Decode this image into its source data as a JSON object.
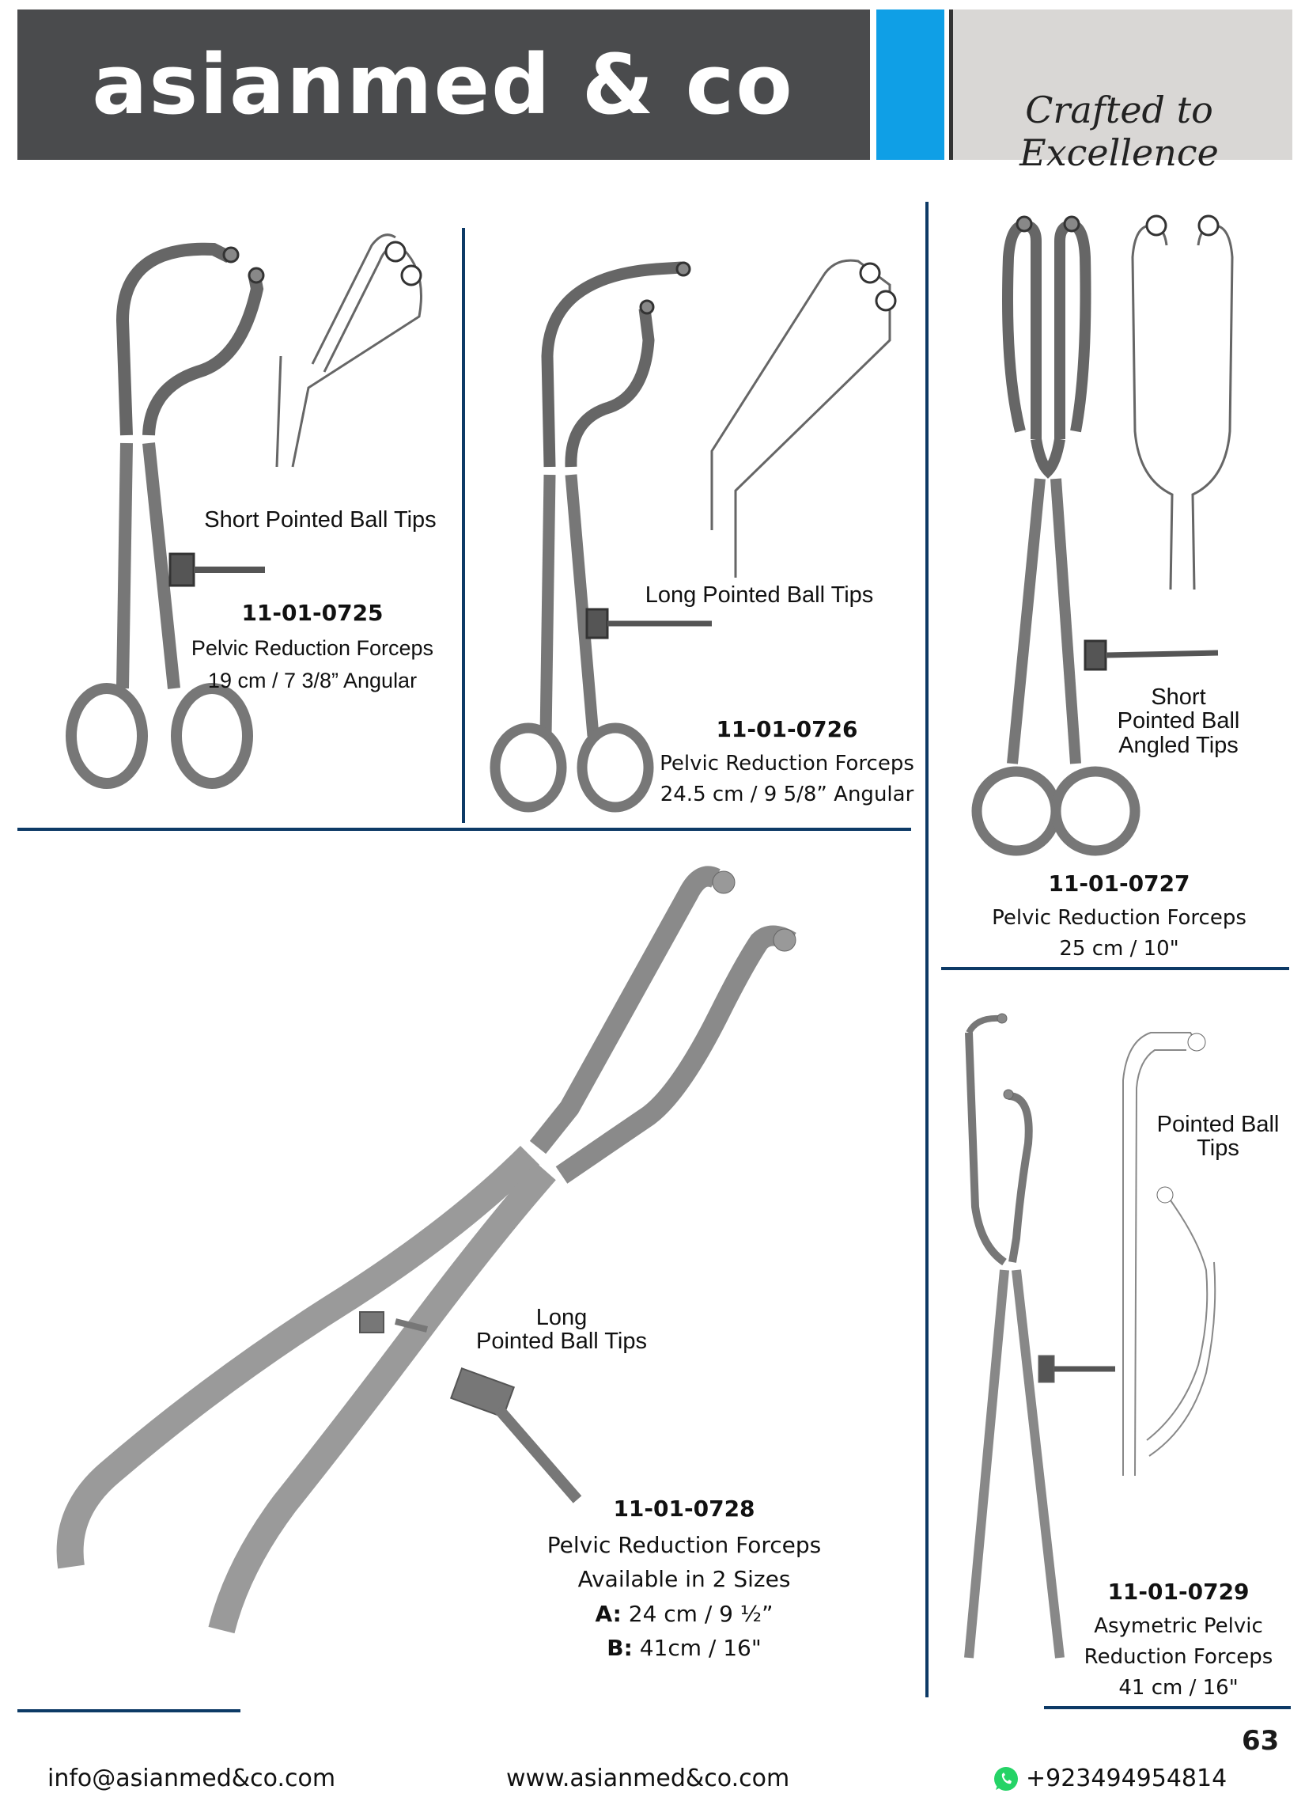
{
  "header": {
    "brand": "asianmed & co",
    "tagline": "Crafted to Excellence",
    "colors": {
      "dark": "#4a4b4d",
      "accent": "#0f9fe6",
      "light": "#d9d7d5",
      "rule": "#0d3a66"
    }
  },
  "products": [
    {
      "code": "11-01-0725",
      "lines": [
        "Pelvic Reduction Forceps",
        "19 cm / 7 3/8” Angular"
      ],
      "tip_label": "Short Pointed Ball Tips"
    },
    {
      "code": "11-01-0726",
      "lines": [
        "Pelvic Reduction Forceps",
        "24.5 cm / 9 5/8” Angular"
      ],
      "tip_label": "Long Pointed Ball Tips"
    },
    {
      "code": "11-01-0727",
      "lines": [
        "Pelvic Reduction Forceps",
        "25 cm / 10\""
      ],
      "tip_label": [
        "Short",
        "Pointed Ball",
        "Angled Tips"
      ]
    },
    {
      "code": "11-01-0728",
      "lines": [
        "Pelvic Reduction Forceps",
        "Available in 2 Sizes"
      ],
      "sizes": [
        {
          "key": "A:",
          "value": "24 cm / 9 ½”"
        },
        {
          "key": "B:",
          "value": "41cm / 16\""
        }
      ],
      "tip_label": [
        "Long",
        "Pointed Ball Tips"
      ]
    },
    {
      "code": "11-01-0729",
      "lines": [
        "Asymetric Pelvic",
        "Reduction Forceps",
        "41 cm / 16\""
      ],
      "tip_label": [
        "Pointed Ball",
        "Tips"
      ]
    }
  ],
  "footer": {
    "page_number": "63",
    "email": "info@asianmed&co.com",
    "website": "www.asianmed&co.com",
    "phone": "+923494954814",
    "phone_icon": "whatsapp-icon"
  }
}
